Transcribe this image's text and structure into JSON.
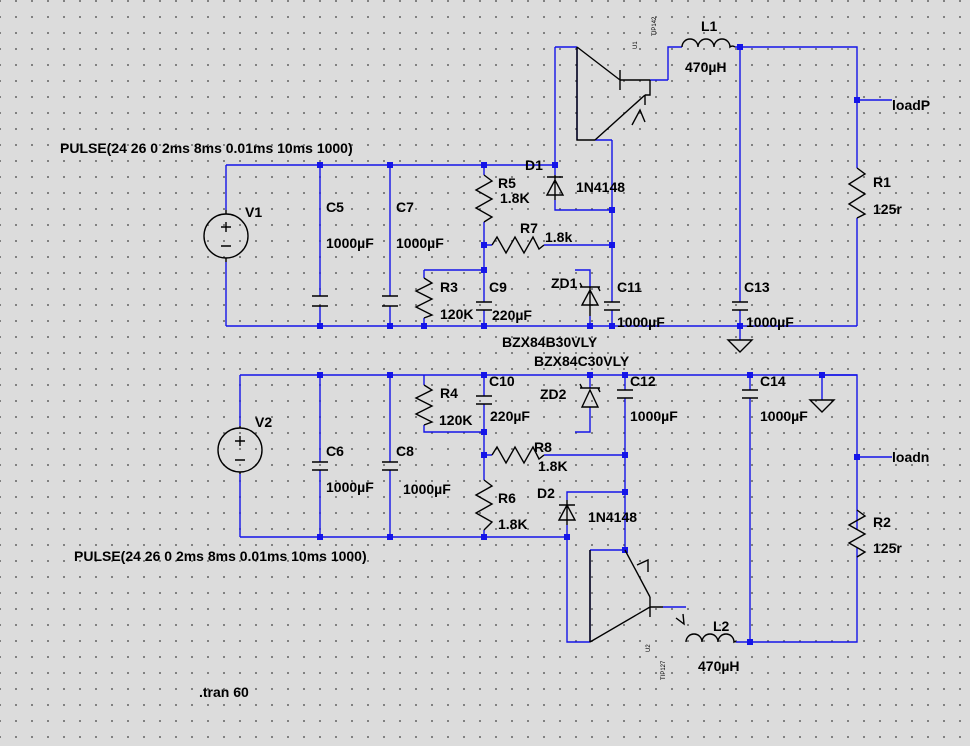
{
  "directives": {
    "pulse_top": "PULSE(24 26 0 2ms 8ms 0.01ms 10ms 1000)",
    "pulse_bottom": "PULSE(24 26 0 2ms 8ms 0.01ms 10ms 1000)",
    "tran": ".tran 60"
  },
  "top": {
    "V1": "V1",
    "C5": {
      "ref": "C5",
      "value": "1000µF"
    },
    "C7": {
      "ref": "C7",
      "value": "1000µF"
    },
    "R5": {
      "ref": "R5",
      "value": "1.8K"
    },
    "D1": {
      "ref": "D1",
      "value": "1N4148"
    },
    "R7": {
      "ref": "R7",
      "value": "1.8k"
    },
    "R3": {
      "ref": "R3",
      "value": "120K"
    },
    "C9": {
      "ref": "C9",
      "value": "220µF"
    },
    "ZD1": {
      "ref": "ZD1",
      "value": "BZX84B30VLY"
    },
    "C11": {
      "ref": "C11",
      "value": "1000µF"
    },
    "C13": {
      "ref": "C13",
      "value": "1000µF"
    },
    "U1": {
      "ref": "U1",
      "value": "TIP142"
    },
    "L1": {
      "ref": "L1",
      "value": "470µH"
    },
    "R1": {
      "ref": "R1",
      "value": "125r"
    },
    "net": "loadP"
  },
  "bottom": {
    "V2": "V2",
    "C6": {
      "ref": "C6",
      "value": "1000µF"
    },
    "C8": {
      "ref": "C8",
      "value": "1000µF"
    },
    "R4": {
      "ref": "R4",
      "value": "120K"
    },
    "C10": {
      "ref": "C10",
      "value": "220µF"
    },
    "ZD2": {
      "ref": "ZD2",
      "value": "BZX84C30VLY"
    },
    "C12": {
      "ref": "C12",
      "value": "1000µF"
    },
    "C14": {
      "ref": "C14",
      "value": "1000µF"
    },
    "R8": {
      "ref": "R8",
      "value": "1.8K"
    },
    "R6": {
      "ref": "R6",
      "value": "1.8K"
    },
    "D2": {
      "ref": "D2",
      "value": "1N4148"
    },
    "U2": {
      "ref": "U2",
      "value": "TIP127"
    },
    "L2": {
      "ref": "L2",
      "value": "470µH"
    },
    "R2": {
      "ref": "R2",
      "value": "125r"
    },
    "net": "loadn"
  },
  "colors": {
    "wire": "#1515e8",
    "component": "#000000",
    "background": "#dcdcdc"
  }
}
